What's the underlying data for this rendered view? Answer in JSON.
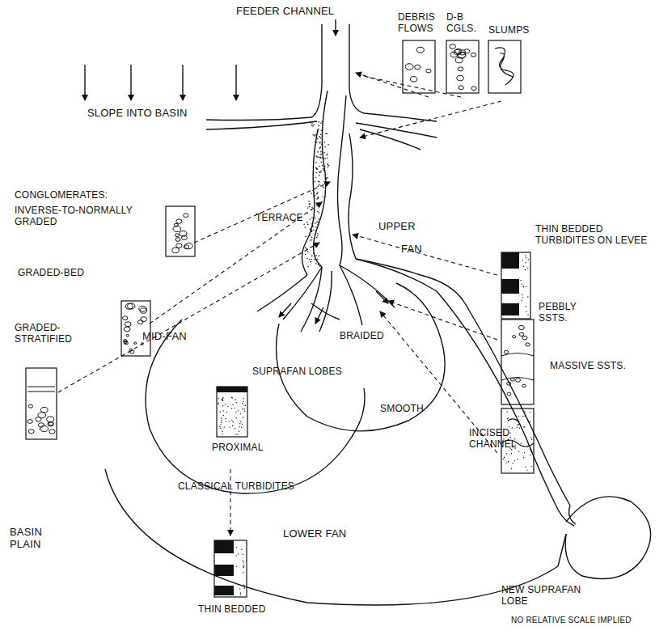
{
  "diagram": {
    "labels": [
      "FEEDER CHANNEL",
      "DEBRIS FLOWS",
      "D-B CGLS.",
      "SLUMPS",
      "SLOPE INTO BASIN",
      "THIN BEDDED TURBIDITES ON LEVEE",
      "CONGLOMERATES:",
      "INVERSE-TO-NORMALLY GRADED",
      "UPPER",
      "FAN",
      "GRADED-BED",
      "TERRACE",
      "PEBBLY SSTS.",
      "MASSIVE SSTS.",
      "GRADED- STRATIFIED",
      "BRAIDED",
      "MID-FAN",
      "SUPRAFAN LOBES",
      "SMOOTH",
      "PROXIMAL",
      "INCISED CHANNEL",
      "CLASSICAL TURBIDITES",
      "NEW SUPRAFAN LOBE",
      "LOWER FAN",
      "BASIN PLAIN",
      "THIN BEDDED",
      "NO RELATIVE SCALE IMPLIED"
    ]
  }
}
